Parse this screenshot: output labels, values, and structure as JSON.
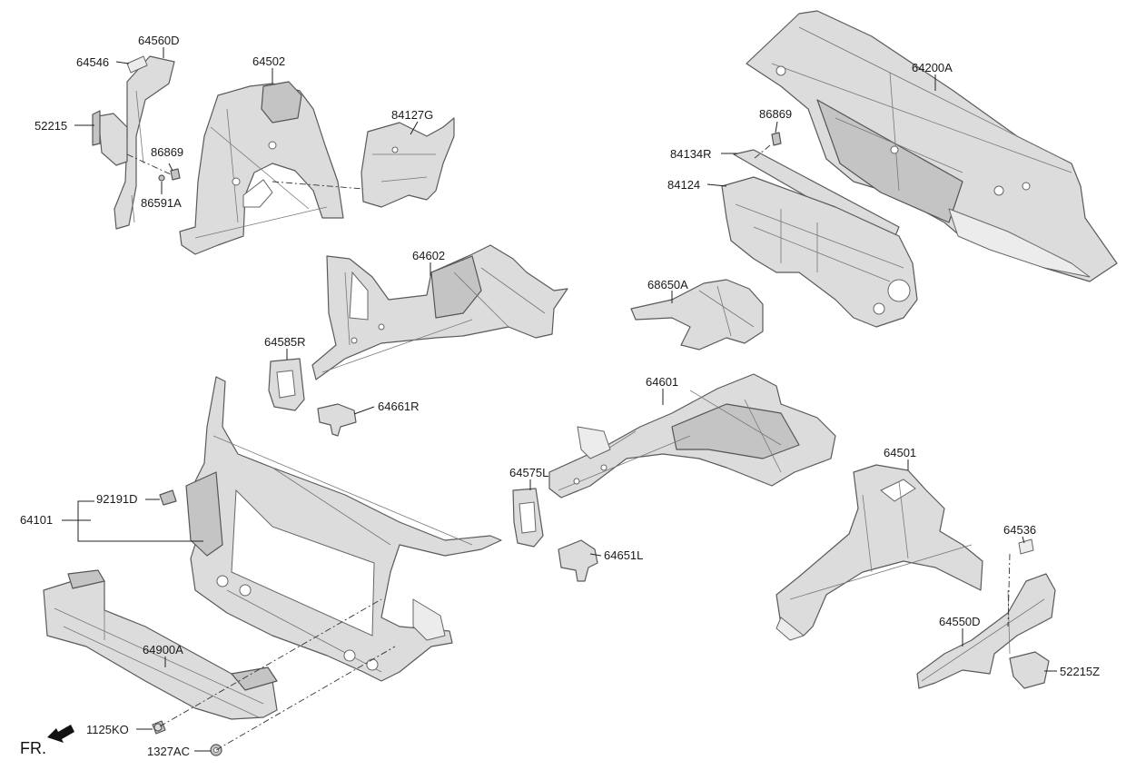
{
  "labels": {
    "p64560D": "64560D",
    "p64546": "64546",
    "p52215": "52215",
    "p86869_left": "86869",
    "p86591A": "86591A",
    "p64502": "64502",
    "p84127G": "84127G",
    "p64200A": "64200A",
    "p86869_right": "86869",
    "p84134R": "84134R",
    "p84124": "84124",
    "p64602": "64602",
    "p68650A": "68650A",
    "p64585R": "64585R",
    "p64661R": "64661R",
    "p64601": "64601",
    "p92191D": "92191D",
    "p64101": "64101",
    "p64575L": "64575L",
    "p64501": "64501",
    "p64651L": "64651L",
    "p64536": "64536",
    "p64550D": "64550D",
    "p64900A": "64900A",
    "p52215Z": "52215Z",
    "p1125KO": "1125KO",
    "p1327AC": "1327AC"
  },
  "direction_marker": {
    "text": "FR."
  }
}
